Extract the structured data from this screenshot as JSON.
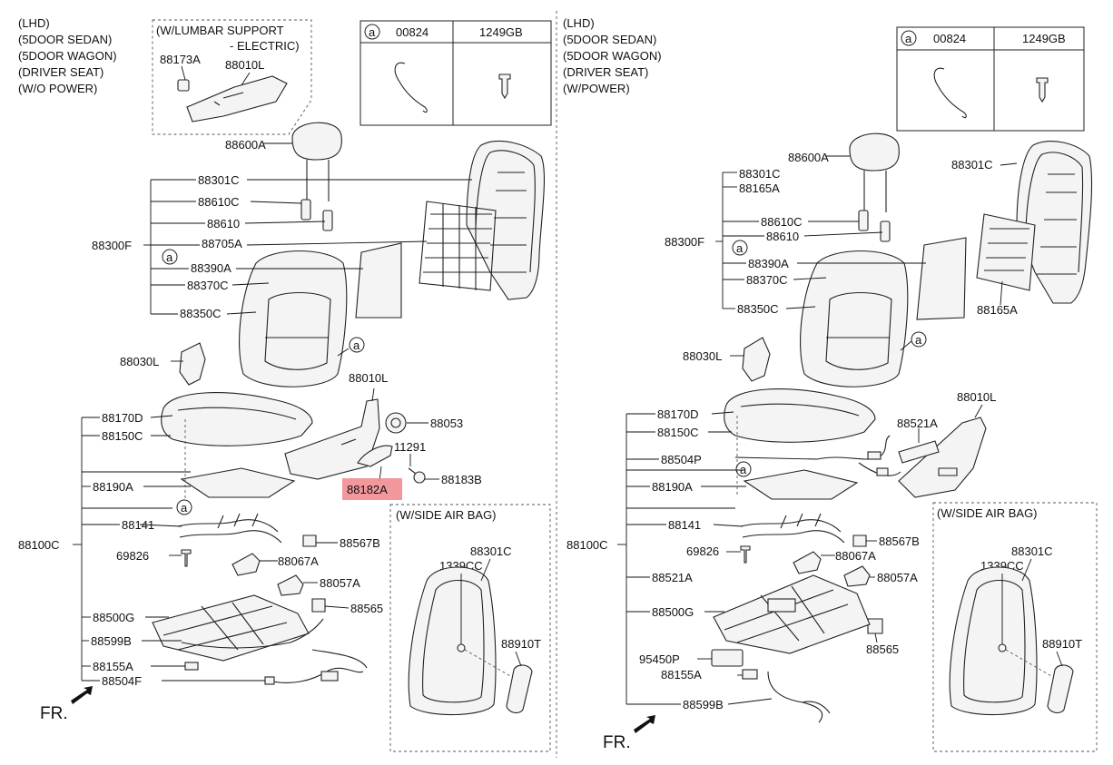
{
  "left": {
    "header": [
      "(LHD)",
      "(5DOOR SEDAN)",
      "(5DOOR WAGON)",
      "(DRIVER SEAT)",
      "(W/O POWER)"
    ],
    "lumbar_box_title": [
      "(W/LUMBAR SUPPORT",
      "- ELECTRIC)"
    ],
    "lumbar_parts": [
      "88173A",
      "88010L"
    ],
    "table": {
      "circle": "a",
      "col1": "00824",
      "col2": "1249GB"
    },
    "labels": {
      "l88600A": "88600A",
      "l88301C": "88301C",
      "l88610C": "88610C",
      "l88610": "88610",
      "l88300F": "88300F",
      "l88705A": "88705A",
      "la1": "a",
      "l88390A": "88390A",
      "l88370C": "88370C",
      "l88350C": "88350C",
      "l88030L": "88030L",
      "la2": "a",
      "l88010L": "88010L",
      "l88053": "88053",
      "l11291": "11291",
      "l88183B": "88183B",
      "l88182A": "88182A",
      "l88170D": "88170D",
      "l88150C": "88150C",
      "l88190A": "88190A",
      "la3": "a",
      "l88100C": "88100C",
      "l88141": "88141",
      "l88567B": "88567B",
      "l69826": "69826",
      "l88067A": "88067A",
      "l88057A": "88057A",
      "l88565": "88565",
      "l88500G": "88500G",
      "l88599B": "88599B",
      "l88155A": "88155A",
      "l88504F": "88504F",
      "fr": "FR."
    },
    "airbag": {
      "title": "(W/SIDE AIR BAG)",
      "p1": "88301C",
      "p2": "1339CC",
      "p3": "88910T"
    }
  },
  "right": {
    "header": [
      "(LHD)",
      "(5DOOR SEDAN)",
      "(5DOOR WAGON)",
      "(DRIVER SEAT)",
      "(W/POWER)"
    ],
    "table": {
      "circle": "a",
      "col1": "00824",
      "col2": "1249GB"
    },
    "labels": {
      "l88600A": "88600A",
      "l88301C_top": "88301C",
      "l88301C": "88301C",
      "l88165A": "88165A",
      "l88610C": "88610C",
      "l88300F": "88300F",
      "l88610": "88610",
      "la1": "a",
      "l88390A": "88390A",
      "l88370C": "88370C",
      "l88350C": "88350C",
      "l88165A_b": "88165A",
      "la2": "a",
      "l88030L": "88030L",
      "l88010L": "88010L",
      "l88170D": "88170D",
      "l88521A_top": "88521A",
      "l88150C": "88150C",
      "l88504P": "88504P",
      "la3": "a",
      "l88190A": "88190A",
      "l88141": "88141",
      "l88100C": "88100C",
      "l88567B": "88567B",
      "l69826": "69826",
      "l88067A": "88067A",
      "l88521A": "88521A",
      "l88057A": "88057A",
      "l88500G": "88500G",
      "l88565": "88565",
      "l95450P": "95450P",
      "l88155A": "88155A",
      "l88599B": "88599B",
      "fr": "FR."
    },
    "airbag": {
      "title": "(W/SIDE AIR BAG)",
      "p1": "88301C",
      "p2": "1339CC",
      "p3": "88910T"
    }
  },
  "highlight_color": "#f0858a"
}
